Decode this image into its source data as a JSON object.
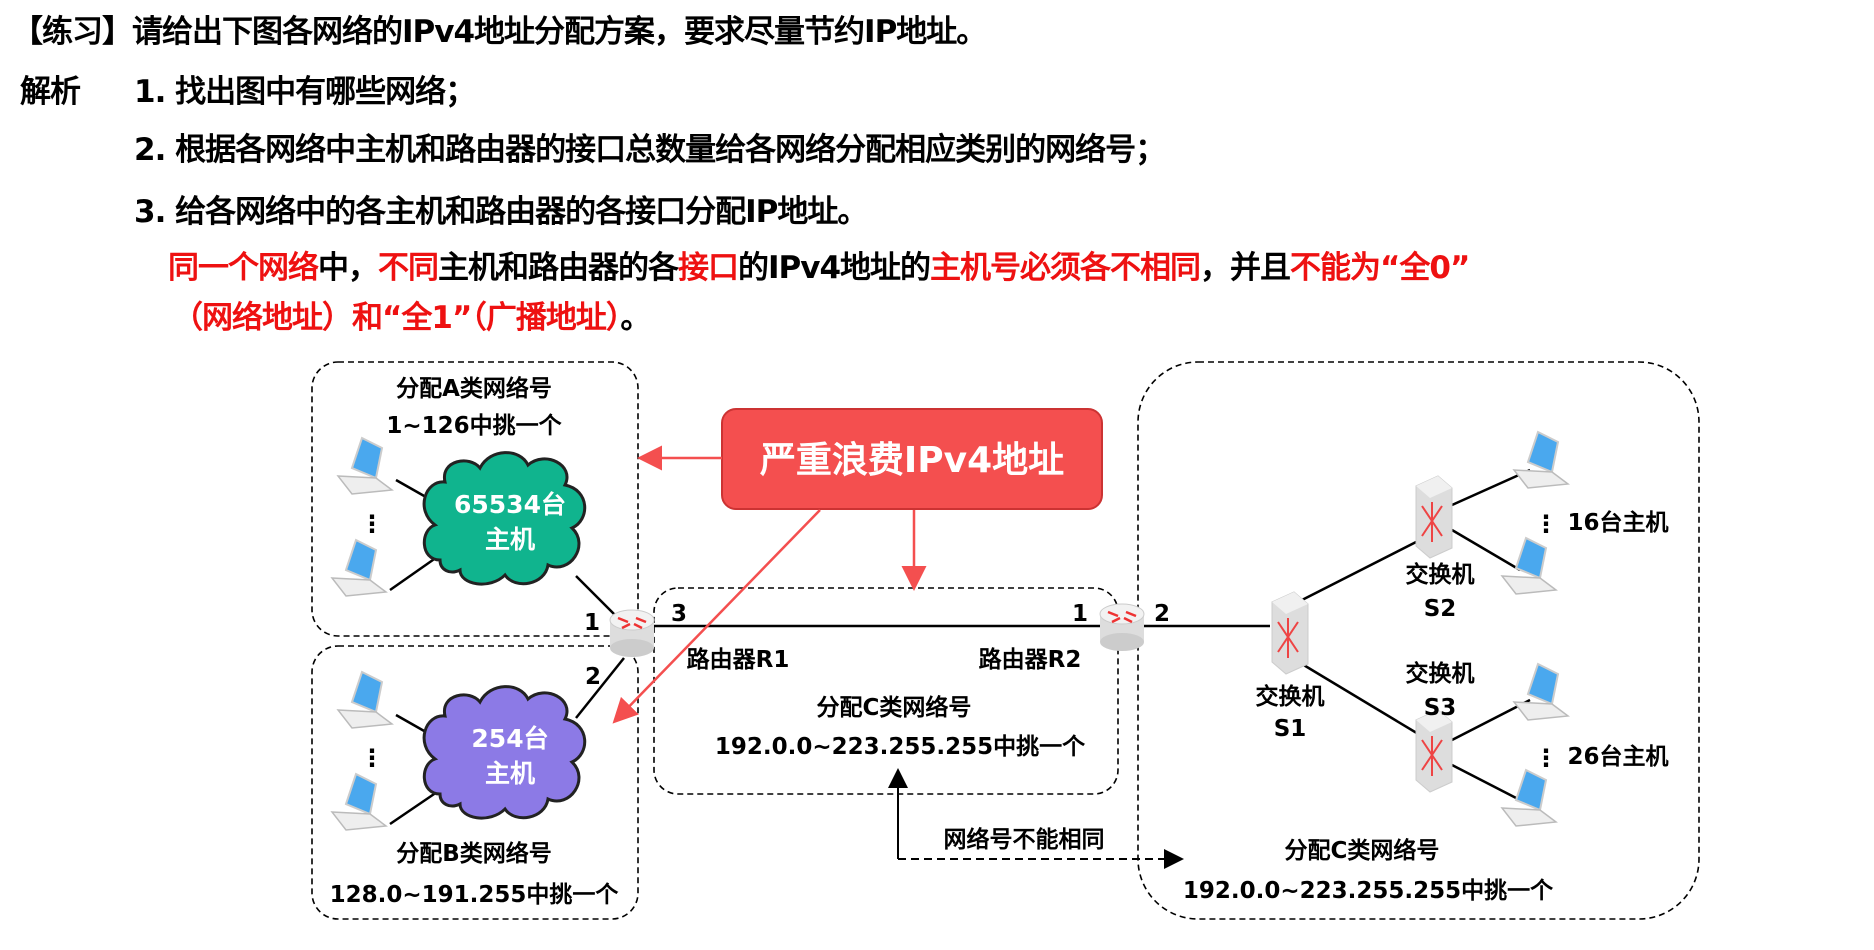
{
  "text": {
    "title": "【练习】请给出下图各网络的IPv4地址分配方案，要求尽量节约IP地址。",
    "analysis_label": "解析",
    "step1": "1. 找出图中有哪些网络；",
    "step2": "2. 根据各网络中主机和路由器的接口总数量给各网络分配相应类别的网络号；",
    "step3": "3. 给各网络中的各主机和路由器的各接口分配IP地址。",
    "note_parts": [
      {
        "text": "同一个网络",
        "red": true
      },
      {
        "text": "中，",
        "red": false
      },
      {
        "text": "不同",
        "red": true
      },
      {
        "text": "主机和路由器的各",
        "red": false
      },
      {
        "text": "接口",
        "red": true
      },
      {
        "text": "的IPv4地址的",
        "red": false
      },
      {
        "text": "主机号必须各不相同",
        "red": true
      },
      {
        "text": "，并且",
        "red": false
      },
      {
        "text": "不能为“全0”",
        "red": true
      }
    ],
    "note_line2": "（网络地址）和“全1”（广播地址）",
    "note_line2_end": "。"
  },
  "diagram": {
    "callout": "严重浪费IPv4地址",
    "net_a": {
      "title": "分配A类网络号",
      "range": "1~126中挑一个",
      "cloud_line1": "65534台",
      "cloud_line2": "主机"
    },
    "net_b": {
      "title": "分配B类网络号",
      "range": "128.0~191.255中挑一个",
      "cloud_line1": "254台",
      "cloud_line2": "主机"
    },
    "net_mid": {
      "title": "分配C类网络号",
      "range": "192.0.0~223.255.255中挑一个"
    },
    "net_right": {
      "title": "分配C类网络号",
      "range": "192.0.0~223.255.255中挑一个"
    },
    "router1": "路由器R1",
    "router2": "路由器R2",
    "r1_ports": [
      "1",
      "2",
      "3"
    ],
    "r2_ports": [
      "1",
      "2"
    ],
    "switch_s1": [
      "交换机",
      "S1"
    ],
    "switch_s2": [
      "交换机",
      "S2"
    ],
    "switch_s3": [
      "交换机",
      "S3"
    ],
    "hosts_s2": "16台主机",
    "hosts_s3": "26台主机",
    "dots": "⋮",
    "constraint": "网络号不能相同",
    "colors": {
      "red": "#ee1111",
      "callout": "#f44f4f",
      "cloud_a": "#10b48e",
      "cloud_b": "#8c7ae6",
      "laptop": "#4aa8ee"
    }
  }
}
